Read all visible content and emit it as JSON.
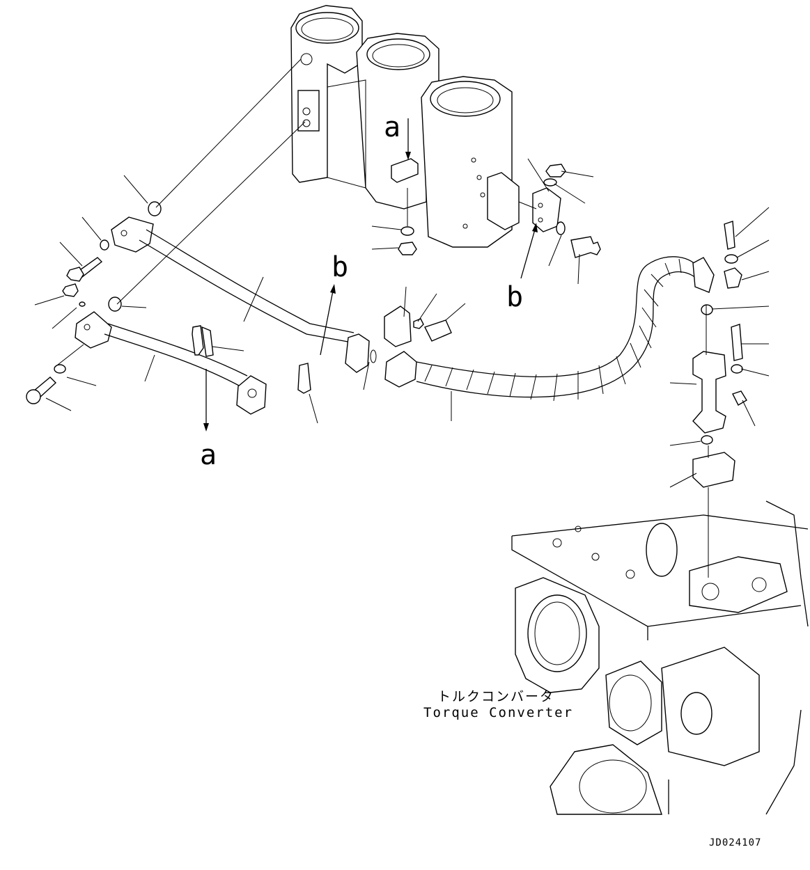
{
  "markers": {
    "a": "a",
    "b": "b"
  },
  "caption": {
    "japanese": "トルクコンバータ",
    "english": "Torque Converter"
  },
  "figure_code": "JD024107"
}
